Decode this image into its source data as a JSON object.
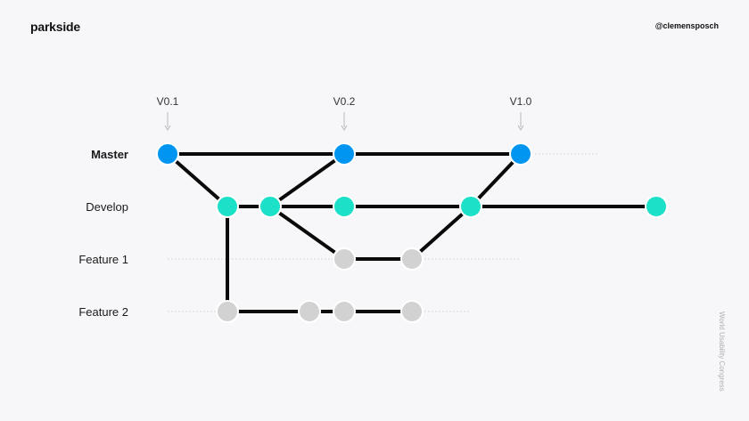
{
  "header": {
    "logo": "parkside",
    "handle": "@clemensposch"
  },
  "side_note": "World Usability Congress",
  "colors": {
    "master": "#0095f0",
    "develop": "#1de0c8",
    "feature": "#d2d2d2",
    "line": "#0a0a0a",
    "guide": "#cfcfd3"
  },
  "versions": [
    {
      "label": "V0.1",
      "commit": "m1"
    },
    {
      "label": "V0.2",
      "commit": "m2"
    },
    {
      "label": "V1.0",
      "commit": "m3"
    }
  ],
  "branches": [
    {
      "id": "master",
      "label": "Master",
      "bold": true
    },
    {
      "id": "develop",
      "label": "Develop",
      "bold": false
    },
    {
      "id": "feature1",
      "label": "Feature 1",
      "bold": false
    },
    {
      "id": "feature2",
      "label": "Feature 2",
      "bold": false
    }
  ],
  "commits": [
    {
      "id": "m1",
      "branch": "master"
    },
    {
      "id": "m2",
      "branch": "master"
    },
    {
      "id": "m3",
      "branch": "master"
    },
    {
      "id": "d1",
      "branch": "develop"
    },
    {
      "id": "d2",
      "branch": "develop"
    },
    {
      "id": "d3",
      "branch": "develop"
    },
    {
      "id": "d4",
      "branch": "develop"
    },
    {
      "id": "d5",
      "branch": "develop"
    },
    {
      "id": "f1a",
      "branch": "feature1"
    },
    {
      "id": "f1b",
      "branch": "feature1"
    },
    {
      "id": "f2a",
      "branch": "feature2"
    },
    {
      "id": "f2b",
      "branch": "feature2"
    },
    {
      "id": "f2c",
      "branch": "feature2"
    },
    {
      "id": "f2d",
      "branch": "feature2"
    }
  ],
  "edges": [
    [
      "m1",
      "m2"
    ],
    [
      "m2",
      "m3"
    ],
    [
      "m1",
      "d1"
    ],
    [
      "d1",
      "d2"
    ],
    [
      "d2",
      "m2"
    ],
    [
      "d2",
      "d3"
    ],
    [
      "d3",
      "d4"
    ],
    [
      "d4",
      "m3"
    ],
    [
      "d4",
      "d5"
    ],
    [
      "d2",
      "f1a"
    ],
    [
      "f1a",
      "f1b"
    ],
    [
      "f1b",
      "d4"
    ],
    [
      "d1",
      "f2a"
    ],
    [
      "f2a",
      "f2b"
    ],
    [
      "f2b",
      "f2c"
    ],
    [
      "f2c",
      "f2d"
    ]
  ]
}
